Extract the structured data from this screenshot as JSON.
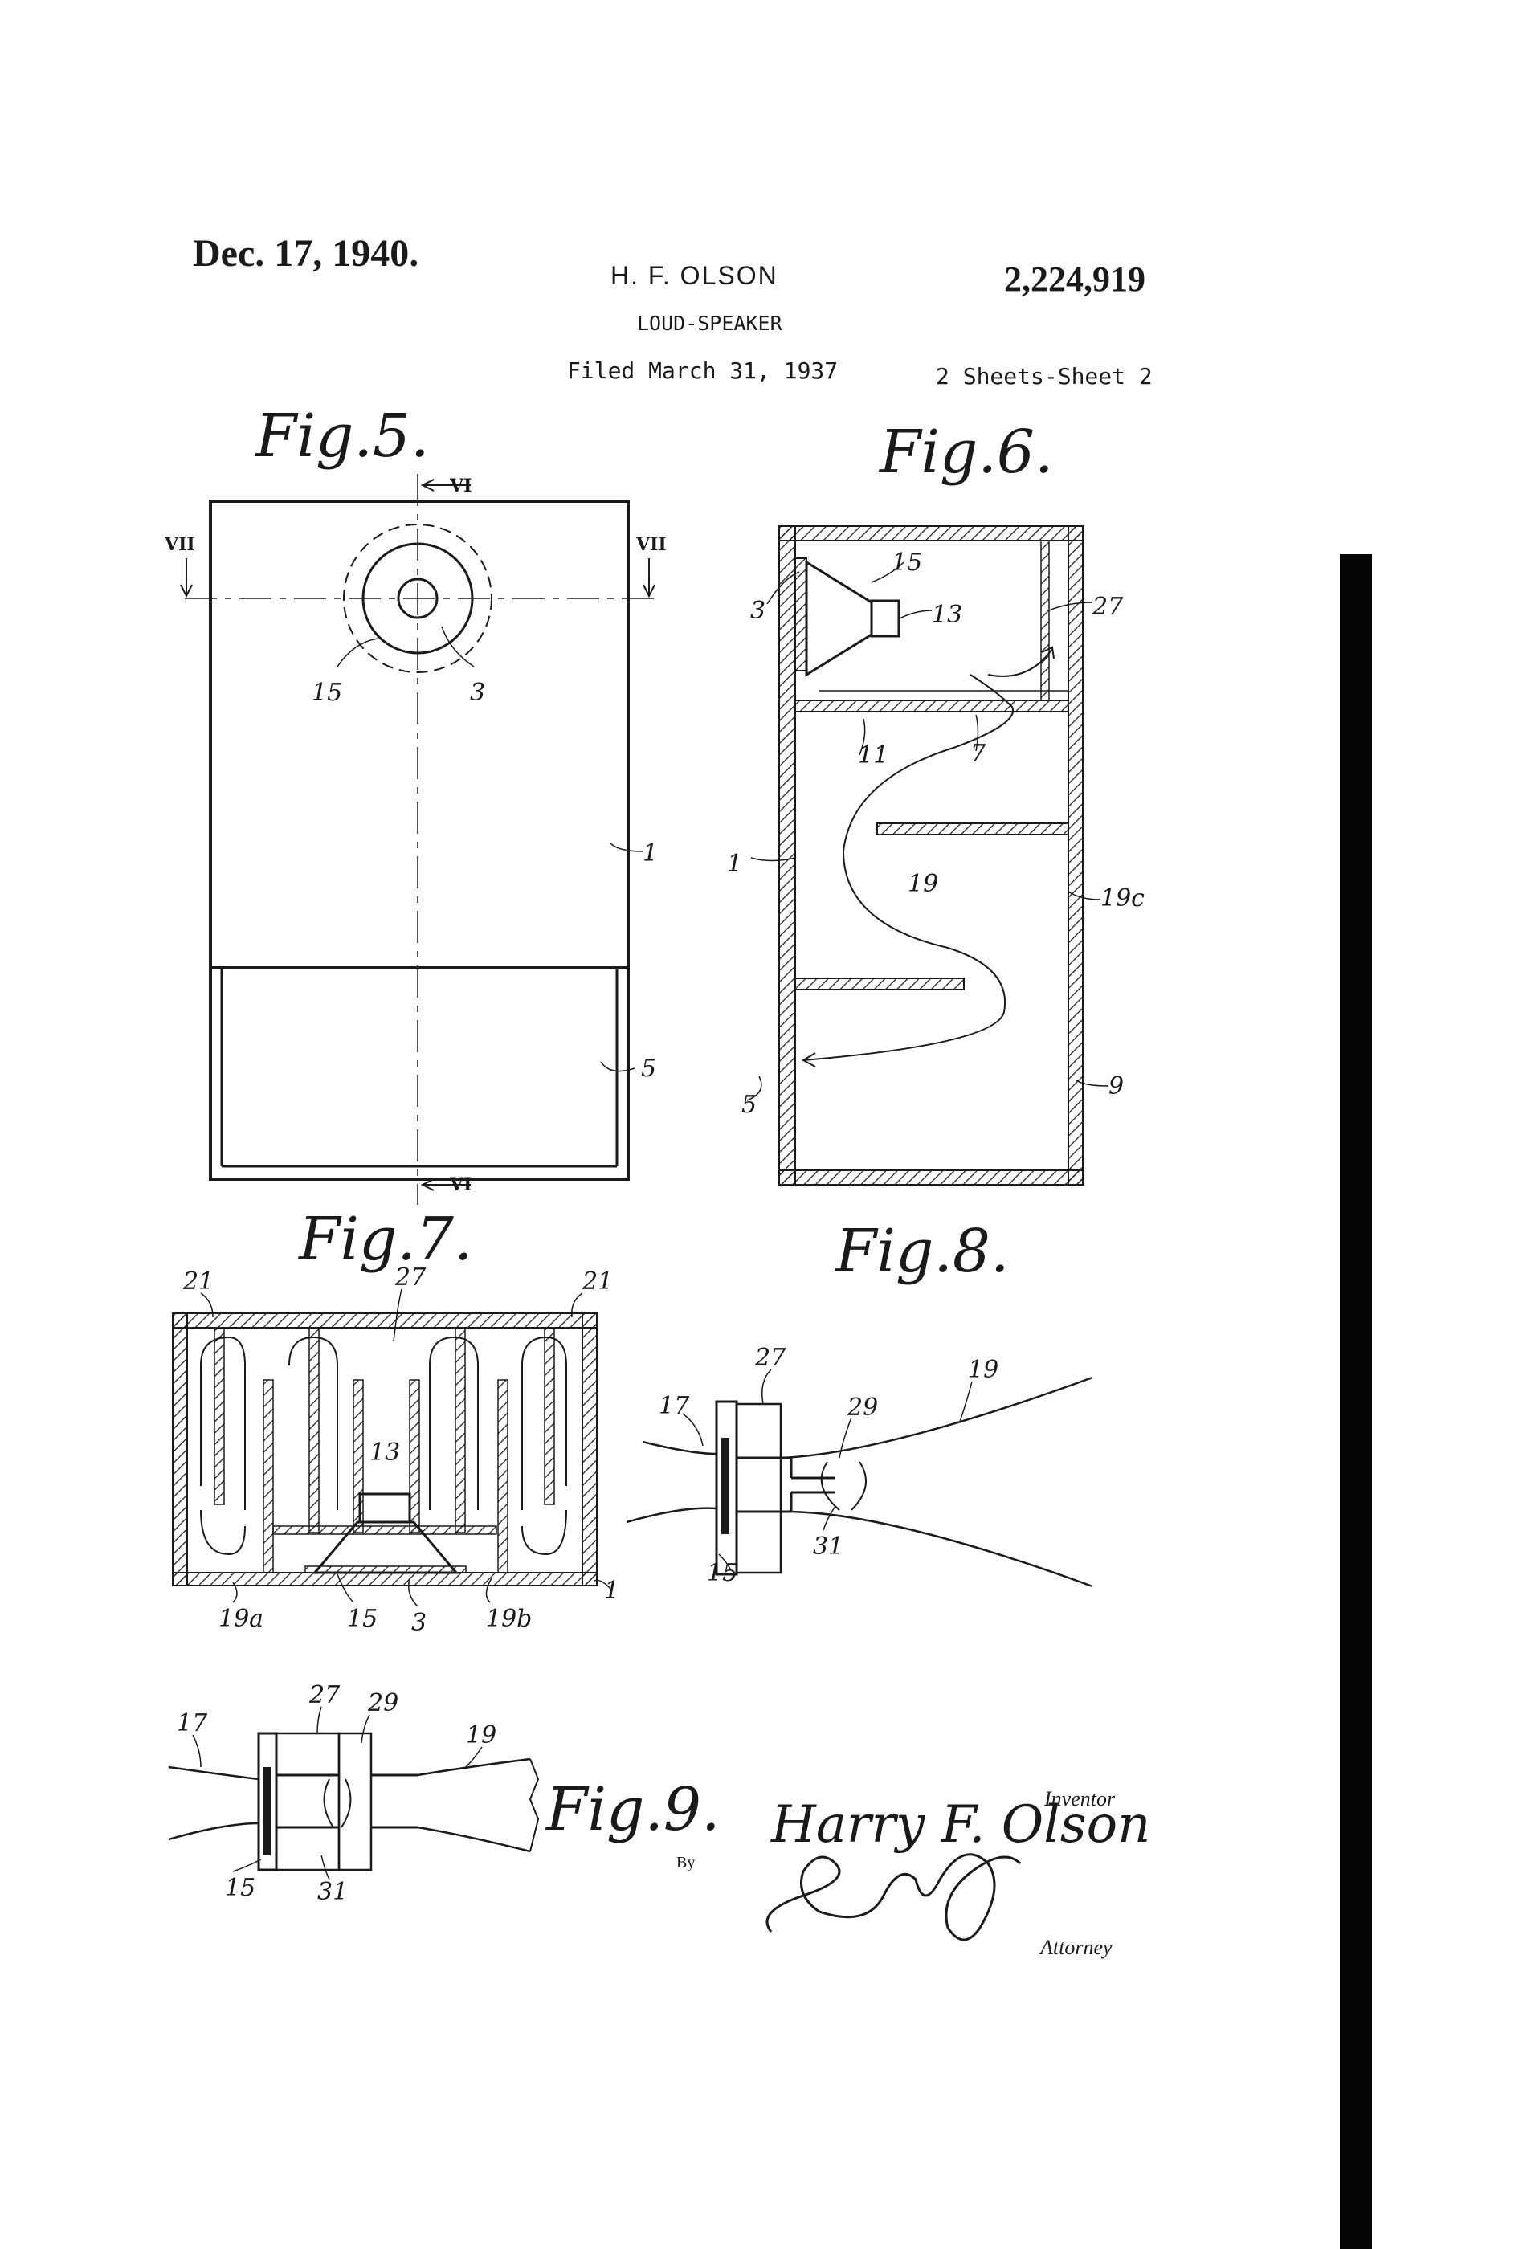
{
  "header": {
    "date": "Dec. 17, 1940.",
    "inventor": "H. F. OLSON",
    "patent_number": "2,224,919",
    "title": "LOUD-SPEAKER",
    "filed": "Filed March 31, 1937",
    "sheets": "2 Sheets-Sheet 2"
  },
  "figures": {
    "fig5": "Fig.5.",
    "fig6": "Fig.6.",
    "fig7": "Fig.7.",
    "fig8": "Fig.8.",
    "fig9": "Fig.9."
  },
  "section_marks": {
    "vi": "VI",
    "vii": "VII"
  },
  "refs": {
    "r1": "1",
    "r3": "3",
    "r5": "5",
    "r7": "7",
    "r9": "9",
    "r11": "11",
    "r13": "13",
    "r15": "15",
    "r17": "17",
    "r19": "19",
    "r19a": "19a",
    "r19b": "19b",
    "r19c": "19c",
    "r21": "21",
    "r27": "27",
    "r29": "29",
    "r31": "31"
  },
  "footer": {
    "inventor_label": "Inventor",
    "inventor_signature": "Harry F. Olson",
    "by_label": "By",
    "attorney_label": "Attorney"
  },
  "colors": {
    "ink": "#1a1a1a",
    "paper": "#ffffff"
  }
}
